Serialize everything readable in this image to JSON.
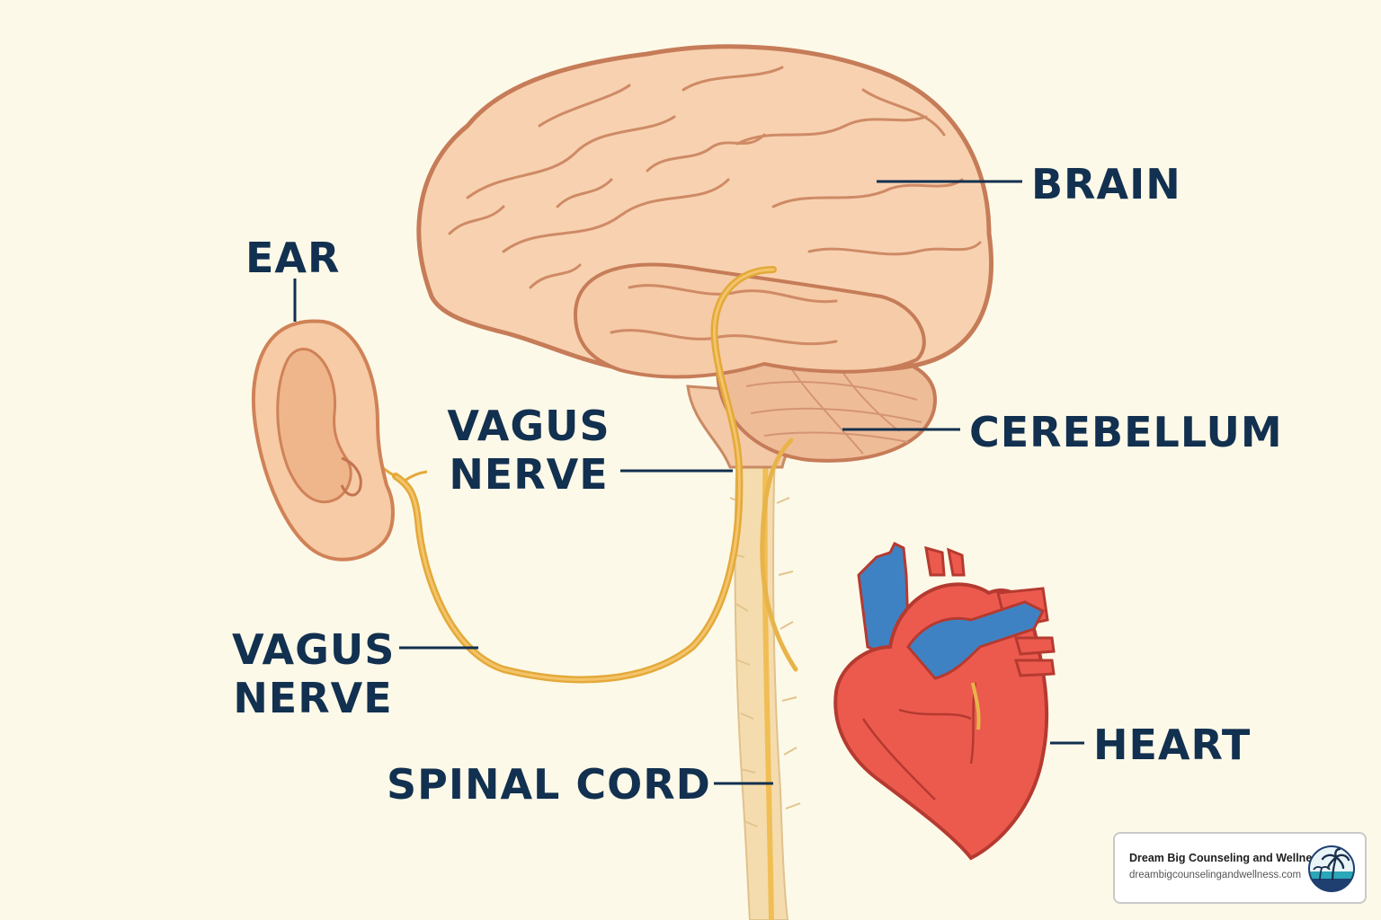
{
  "labels": {
    "ear": "EAR",
    "brain": "BRAIN",
    "cerebellum": "CEREBELLUM",
    "vagus_upper_line1": "VAGUS",
    "vagus_upper_line2": "NERVE",
    "vagus_lower_line1": "VAGUS",
    "vagus_lower_line2": "NERVE",
    "spinal_cord": "SPINAL CORD",
    "heart": "HEART"
  },
  "badge": {
    "name": "Dream Big Counseling and Wellness",
    "url": "dreambigcounselingandwellness.com",
    "logo_icon": "palm-beach-icon"
  },
  "colors": {
    "background": "#fdf9e8",
    "label_text": "#12304f",
    "brain_fill": "#f8d2b0",
    "brain_outline": "#c67c58",
    "nerve": "#e9b443",
    "heart_red": "#ec5a4e",
    "heart_blue": "#3f82c4"
  }
}
